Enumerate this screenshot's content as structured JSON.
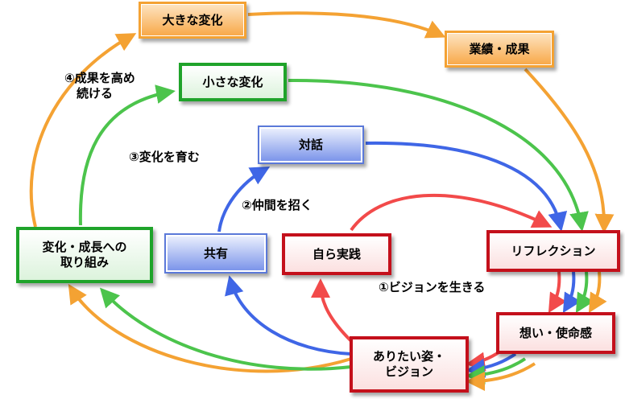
{
  "colors": {
    "orange": "#f4a233",
    "green": "#4cc44c",
    "red": "#f24a4a",
    "blue": "#3f66e6"
  },
  "boxes": {
    "big_change": "大きな変化",
    "results": "業績・成果",
    "small_change": "小さな変化",
    "dialogue": "対話",
    "sharing": "共有",
    "self_practice": "自ら実践",
    "reflection": "リフレクション",
    "change_growth": "変化・成長への\n取り組み",
    "thoughts_mission": "想い・使命感",
    "ideal_vision": "ありたい姿・\nビジョン"
  },
  "labels": {
    "step4": "④成果を高め\n　続ける",
    "step3": "③変化を育む",
    "step2": "②仲間を招く",
    "step1": "①ビジョンを生きる"
  }
}
